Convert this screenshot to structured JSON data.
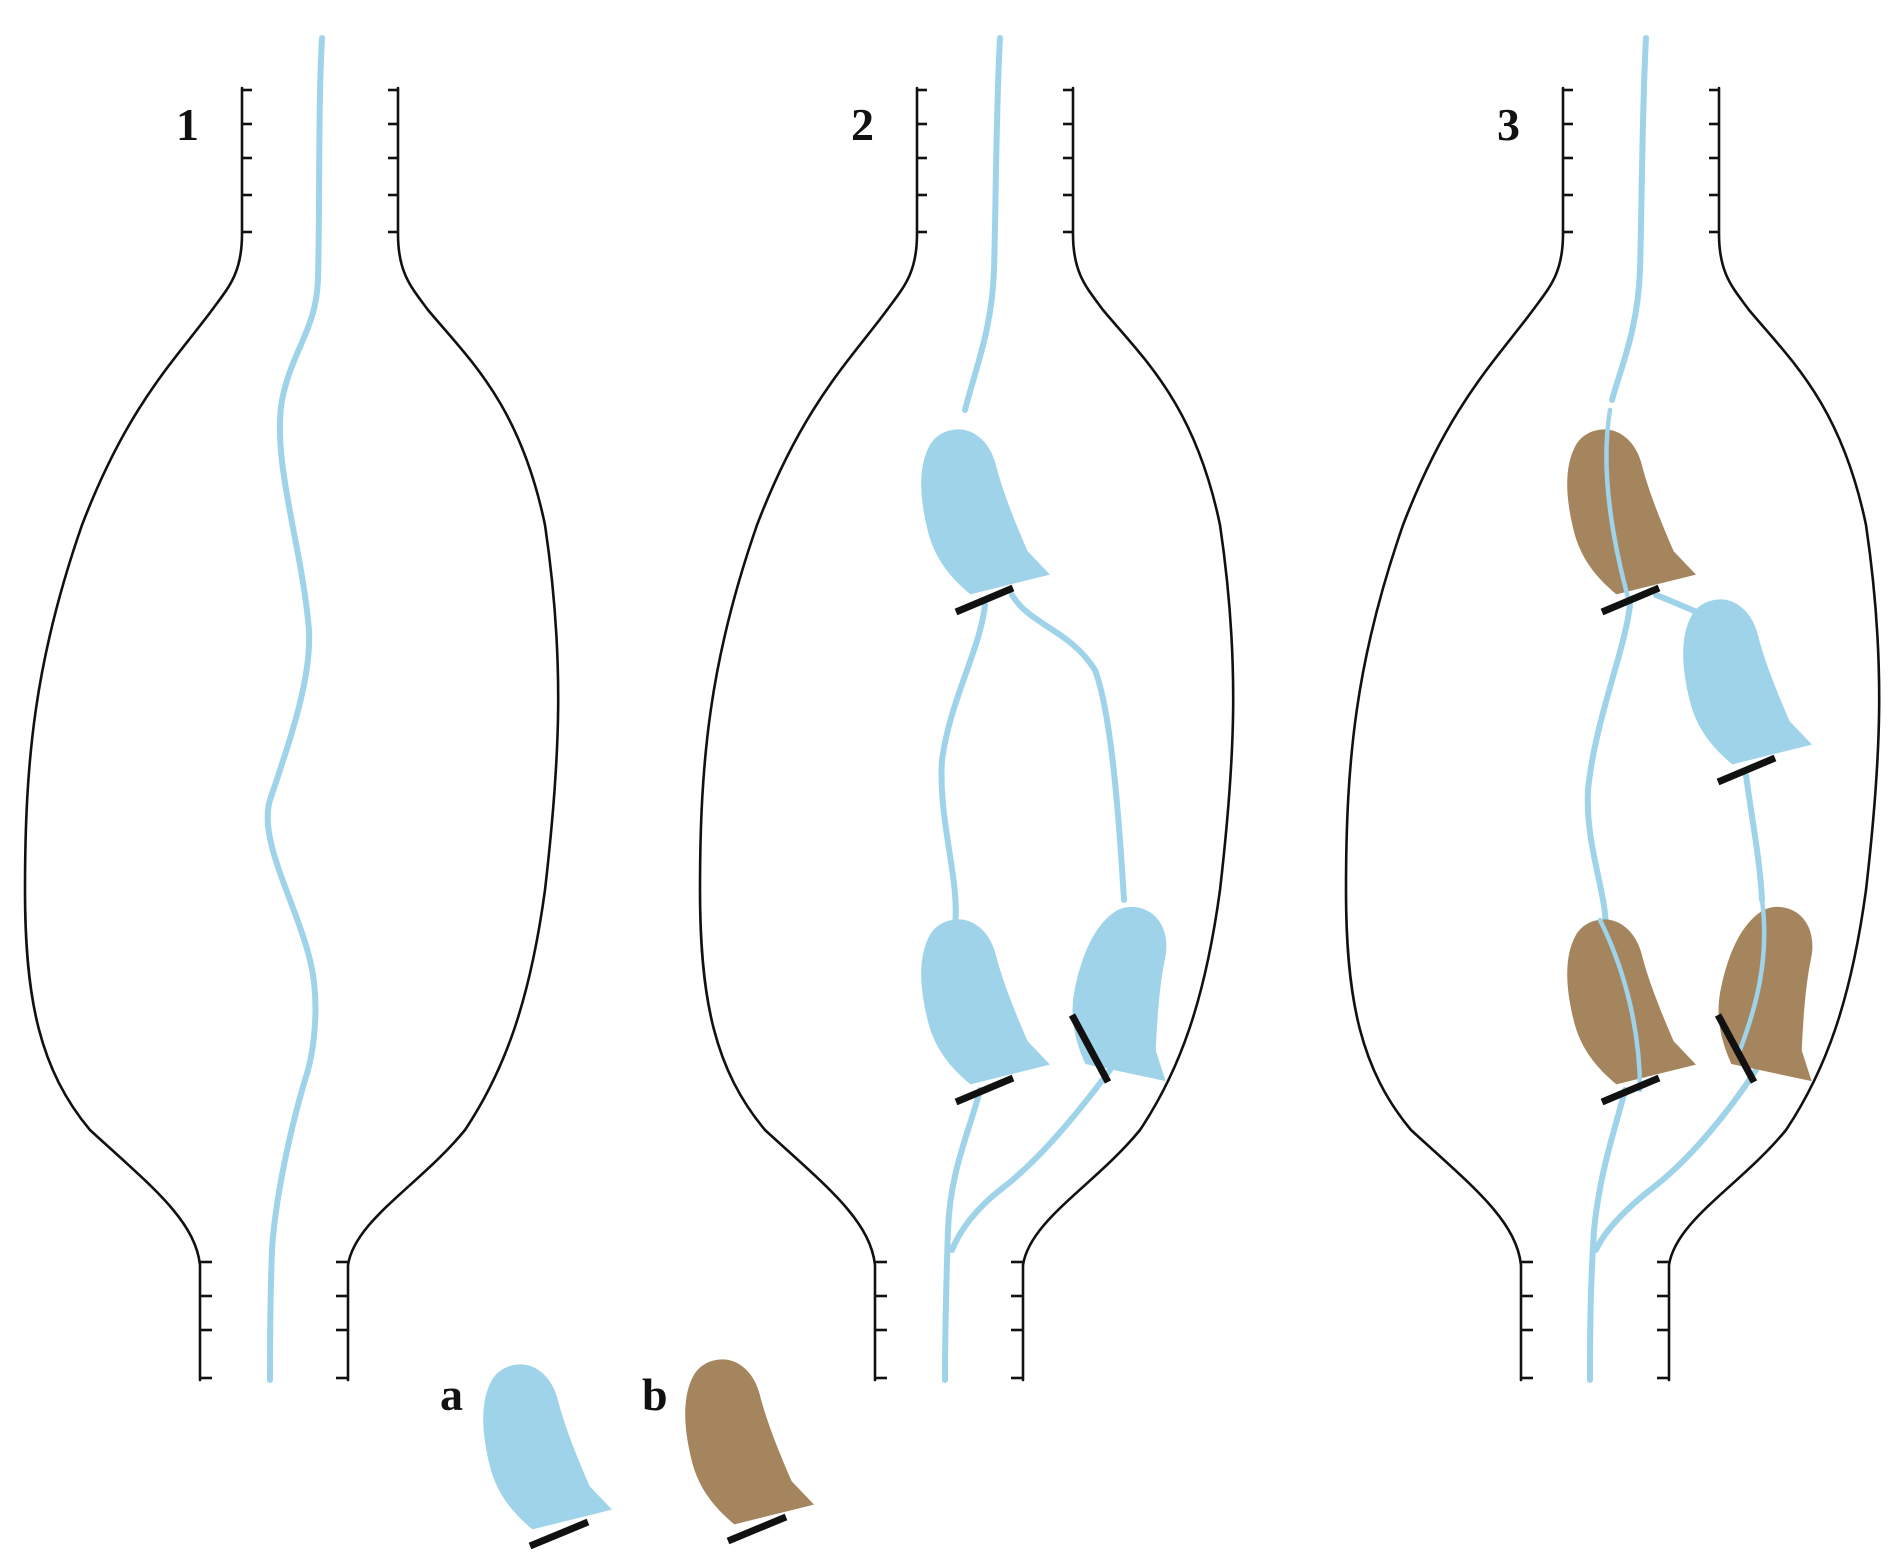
{
  "colors": {
    "outline": "#111111",
    "fiber": "#9fd3ea",
    "type_a_fill": "#9fd3ea",
    "type_b_fill": "#a5855e",
    "cut_line": "#111111",
    "background": "#ffffff"
  },
  "panels": [
    {
      "label": "1",
      "type_a_elements": 0,
      "type_b_elements": 0
    },
    {
      "label": "2",
      "type_a_elements": 3,
      "type_b_elements": 0
    },
    {
      "label": "3",
      "type_a_elements": 1,
      "type_b_elements": 3
    }
  ],
  "legend": [
    {
      "label": "a",
      "color": "#9fd3ea"
    },
    {
      "label": "b",
      "color": "#a5855e"
    }
  ]
}
